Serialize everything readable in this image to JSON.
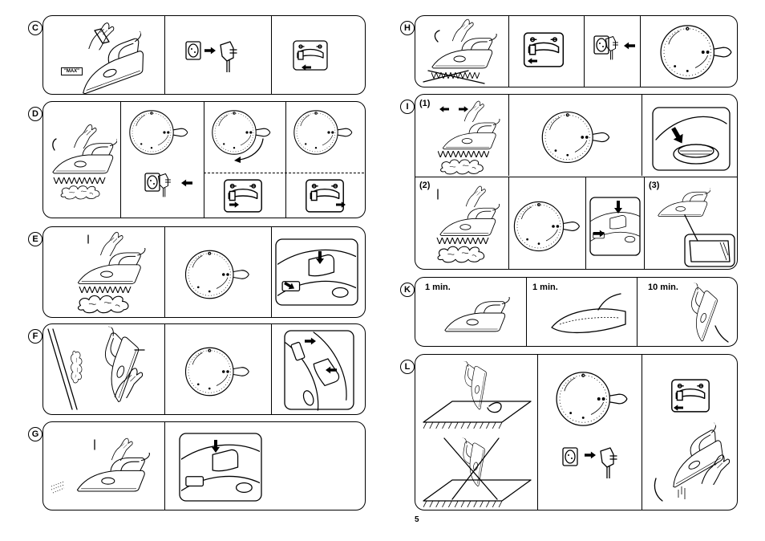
{
  "page_number": "5",
  "steps": {
    "c": {
      "label": "C",
      "max_label": "\"MAX\""
    },
    "d": {
      "label": "D"
    },
    "e": {
      "label": "E"
    },
    "f": {
      "label": "F"
    },
    "g": {
      "label": "G"
    },
    "h": {
      "label": "H"
    },
    "i": {
      "label": "I",
      "sub1": "(1)",
      "sub2": "(2)",
      "sub3": "(3)"
    },
    "k": {
      "label": "K",
      "time1": "1 min.",
      "time2": "1 min.",
      "time3": "10 min."
    },
    "l": {
      "label": "L"
    }
  },
  "icons": [
    "iron-icon",
    "wall-socket-icon",
    "plug-icon",
    "temperature-dial-icon",
    "steam-slider-icon",
    "steam-burst-button-icon",
    "arrow-icon",
    "steam-cloud-icon"
  ]
}
